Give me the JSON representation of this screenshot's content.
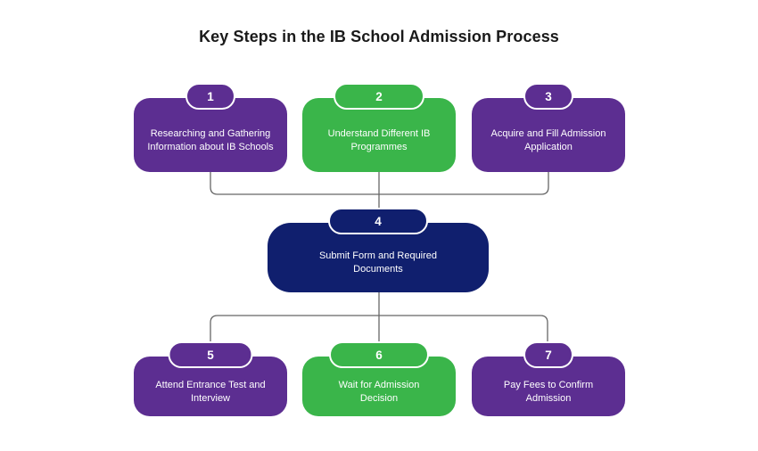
{
  "title": "Key Steps in the IB School Admission Process",
  "colors": {
    "purple": "#5C2E91",
    "green": "#3AB54A",
    "navy": "#101F6E",
    "line": "#666666"
  },
  "steps": [
    {
      "number": "1",
      "label": "Researching and Gathering Information about IB Schools",
      "color": "purple"
    },
    {
      "number": "2",
      "label": "Understand Different IB Programmes",
      "color": "green"
    },
    {
      "number": "3",
      "label": "Acquire and Fill Admission Application",
      "color": "purple"
    },
    {
      "number": "4",
      "label": "Submit Form and Required Documents",
      "color": "navy"
    },
    {
      "number": "5",
      "label": "Attend Entrance Test and Interview",
      "color": "purple"
    },
    {
      "number": "6",
      "label": "Wait for Admission Decision",
      "color": "green"
    },
    {
      "number": "7",
      "label": "Pay Fees to Confirm Admission",
      "color": "purple"
    }
  ]
}
